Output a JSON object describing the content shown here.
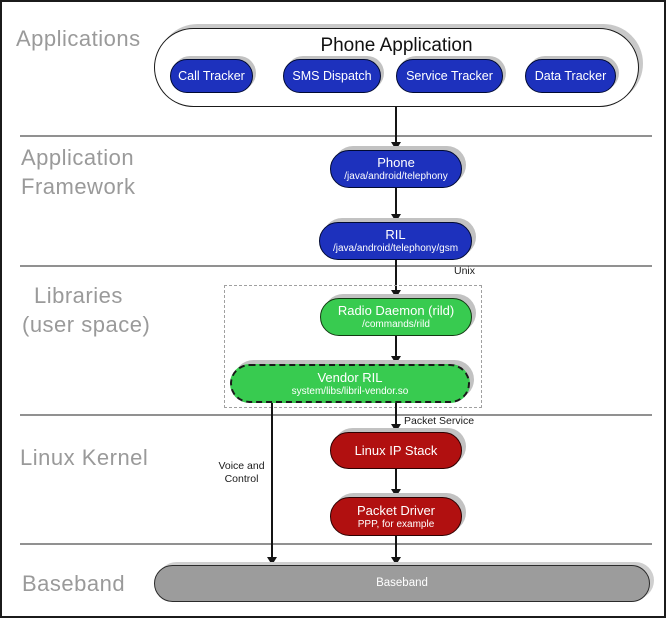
{
  "diagram": {
    "sections": [
      {
        "label_lines": [
          "Applications"
        ]
      },
      {
        "label_lines": [
          "Application",
          "Framework"
        ]
      },
      {
        "label_lines": [
          "Libraries",
          "(user space)"
        ]
      },
      {
        "label_lines": [
          "Linux Kernel"
        ]
      },
      {
        "label_lines": [
          "Baseband"
        ]
      }
    ],
    "phone_application": {
      "title": "Phone Application",
      "trackers": [
        "Call Tracker",
        "SMS Dispatch",
        "Service Tracker",
        "Data Tracker"
      ]
    },
    "nodes": {
      "phone": {
        "title": "Phone",
        "subtitle": "/java/android/telephony"
      },
      "ril": {
        "title": "RIL",
        "subtitle": "/java/android/telephony/gsm"
      },
      "radio_daemon": {
        "title": "Radio Daemon (rild)",
        "subtitle": "/commands/rild"
      },
      "vendor_ril": {
        "title": "Vendor RIL",
        "subtitle": "system/libs/libril-vendor.so"
      },
      "linux_ip_stack": {
        "title": "Linux IP Stack"
      },
      "packet_driver": {
        "title": "Packet Driver",
        "subtitle": "PPP, for example"
      },
      "baseband": {
        "title": "Baseband"
      }
    },
    "annotations": {
      "unix": "Unix",
      "packet_service": "Packet Service",
      "voice_control_lines": [
        "Voice and",
        "Control"
      ]
    },
    "colors": {
      "app_blue": "#1d31bd",
      "lib_green": "#38cb50",
      "kernel_red": "#b11010",
      "baseband_gray": "#9c9c9c",
      "section_label_gray": "#9a9a9a",
      "separator_gray": "#919191",
      "shadow_gray": "#c2c2c2"
    }
  }
}
